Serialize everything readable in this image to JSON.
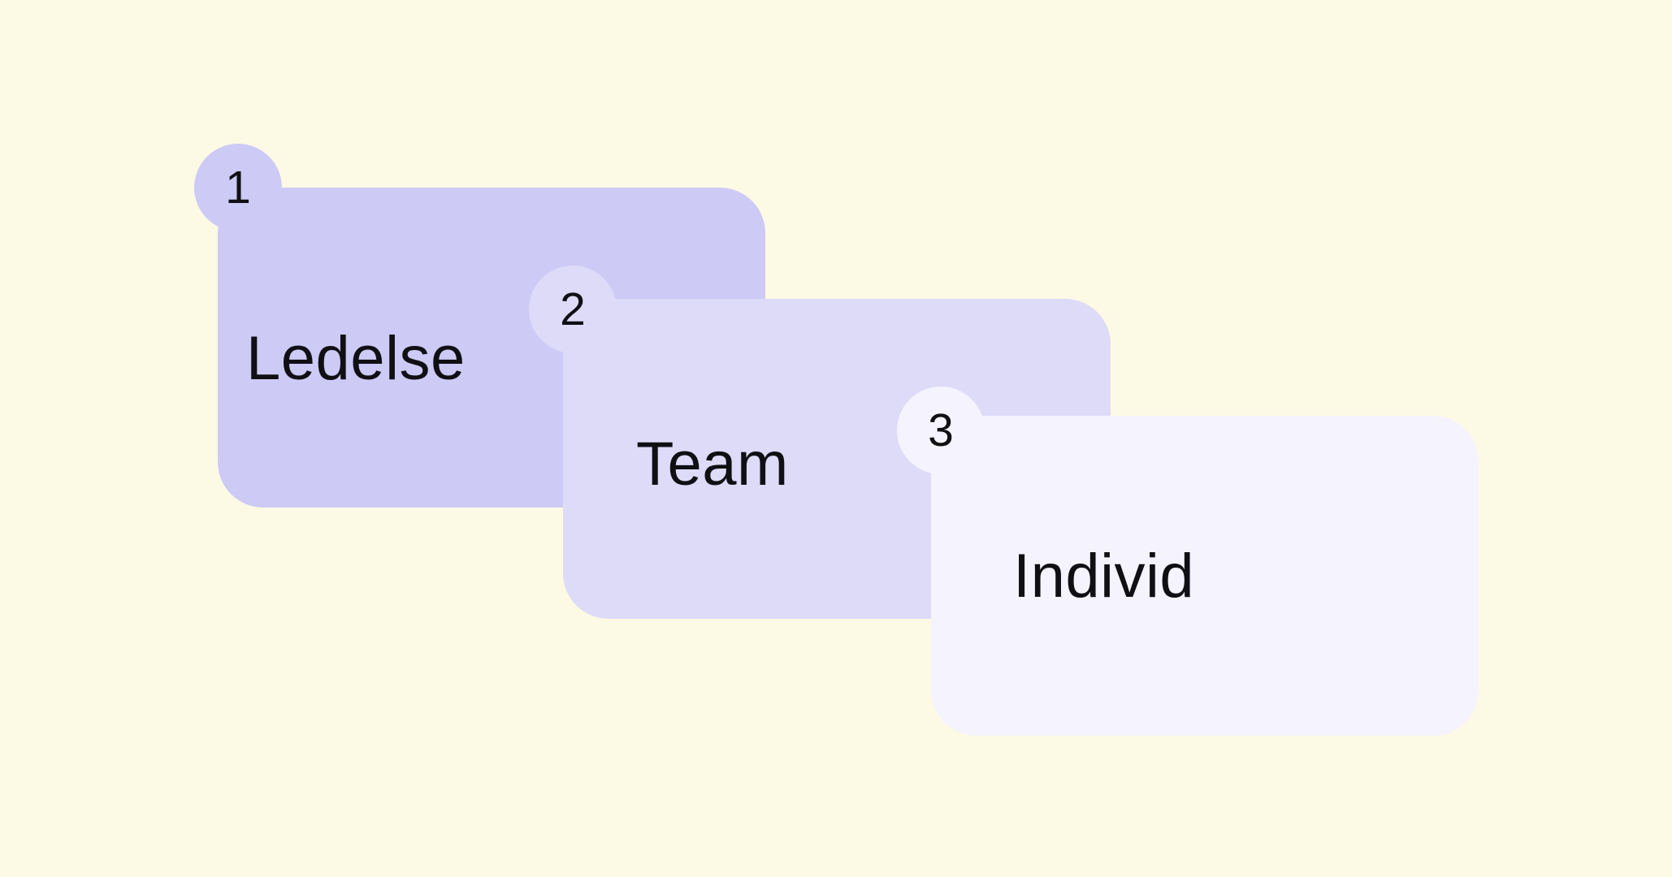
{
  "background_color": "#FCFAE4",
  "diagram": {
    "text_color": "#101014",
    "items": [
      {
        "number": "1",
        "label": "Ledelse",
        "color": "#CDCAF6"
      },
      {
        "number": "2",
        "label": "Team",
        "color": "#DDDBF8"
      },
      {
        "number": "3",
        "label": "Individ",
        "color": "#F5F3FD"
      }
    ]
  }
}
